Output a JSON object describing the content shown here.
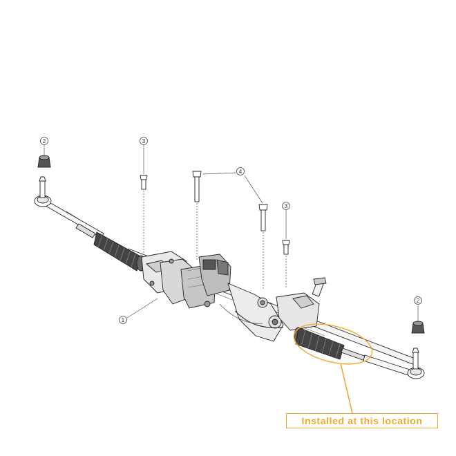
{
  "annotation": {
    "label": "Installed at this location",
    "accent_color": "#f0a830"
  },
  "callouts": [
    {
      "id": "c1",
      "number": "1"
    },
    {
      "id": "c2a",
      "number": "2"
    },
    {
      "id": "c2b",
      "number": "2"
    },
    {
      "id": "c3a",
      "number": "3"
    },
    {
      "id": "c3b",
      "number": "3"
    },
    {
      "id": "c4",
      "number": "4"
    }
  ],
  "parts": [
    {
      "name": "steering-rack-assembly",
      "callout": "1"
    },
    {
      "name": "tie-rod-nut",
      "callout": "2"
    },
    {
      "name": "mounting-bolt",
      "callout": "3"
    },
    {
      "name": "mounting-bolt-long",
      "callout": "4"
    }
  ]
}
